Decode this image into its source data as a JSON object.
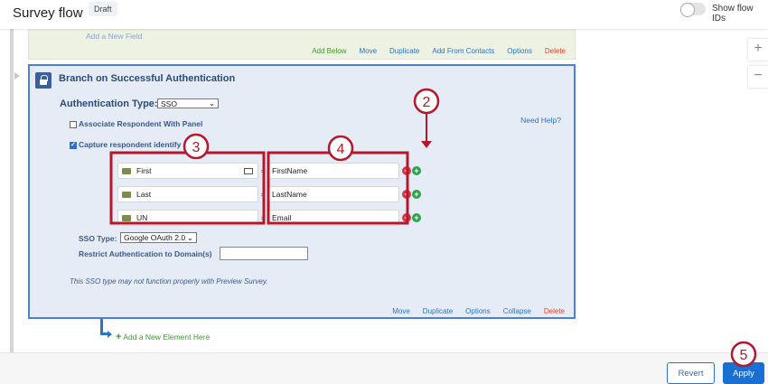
{
  "header": {
    "title": "Survey flow",
    "status_badge": "Draft",
    "toggle_label": "Show flow IDs",
    "toggle_on": false
  },
  "green_block": {
    "add_field": "Add a New Field",
    "actions": {
      "add_below": "Add Below",
      "move": "Move",
      "duplicate": "Duplicate",
      "add_from_contacts": "Add From Contacts",
      "options": "Options",
      "delete": "Delete"
    }
  },
  "auth_block": {
    "title": "Branch on Successful Authentication",
    "auth_type_label": "Authentication Type:",
    "auth_type_value": "SSO",
    "associate_label": "Associate Respondent With Panel",
    "associate_checked": false,
    "capture_label": "Capture respondent identify",
    "capture_checked": true,
    "need_help": "Need Help?",
    "mappings": [
      {
        "field": "First",
        "attr": "FirstName"
      },
      {
        "field": "Last",
        "attr": "LastName"
      },
      {
        "field": "UN",
        "attr": "Email"
      }
    ],
    "equals": "=",
    "sso_type_label": "SSO Type:",
    "sso_type_value": "Google OAuth 2.0",
    "restrict_label": "Restrict Authentication to Domain(s)",
    "restrict_value": "",
    "note": "This SSO type may not function properly with Preview Survey.",
    "actions": {
      "move": "Move",
      "duplicate": "Duplicate",
      "options": "Options",
      "collapse": "Collapse",
      "delete": "Delete"
    }
  },
  "add_element": "Add a New Element Here",
  "footer": {
    "revert": "Revert",
    "apply": "Apply"
  },
  "zoom": {
    "in": "+",
    "out": "−"
  },
  "callouts": [
    "2",
    "3",
    "4",
    "5"
  ],
  "colors": {
    "accent": "#1a6fd2",
    "callout": "#b5172d",
    "delete": "#d9432c",
    "add": "#3a9a2a"
  }
}
